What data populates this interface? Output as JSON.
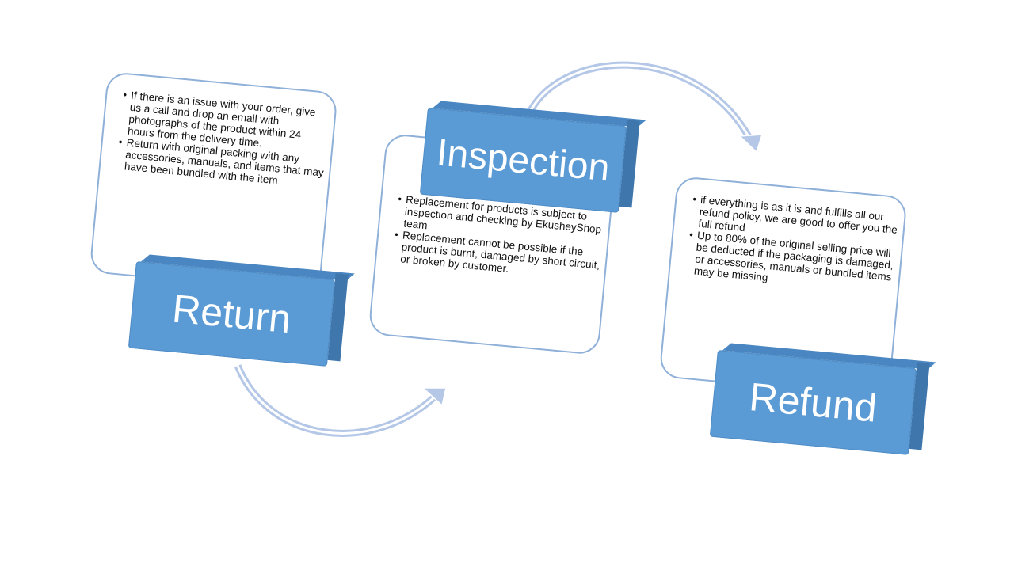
{
  "steps": [
    {
      "title": "Return",
      "bullets": [
        "If there is an issue with your order, give us a call and drop an email with photographs of the product within 24 hours from the delivery time.",
        "Return with original packing with any accessories, manuals, and items that may have been bundled with the item"
      ]
    },
    {
      "title": "Inspection",
      "bullets": [
        "Replacement for products is subject to inspection and checking by EkusheyShop team",
        "Replacement cannot be possible if the product is burnt, damaged by short circuit, or broken by customer."
      ]
    },
    {
      "title": "Refund",
      "bullets": [
        "if everything is as it is and fulfills all our refund policy, we are good to offer you the full refund",
        "Up to 80% of the original selling price will be deducted if the packaging is damaged, or accessories, manuals or bundled items may be missing"
      ]
    }
  ],
  "colors": {
    "block": "#5b9bd5",
    "card_border": "#8fb0d8",
    "arrow": "#b4c7e7"
  }
}
